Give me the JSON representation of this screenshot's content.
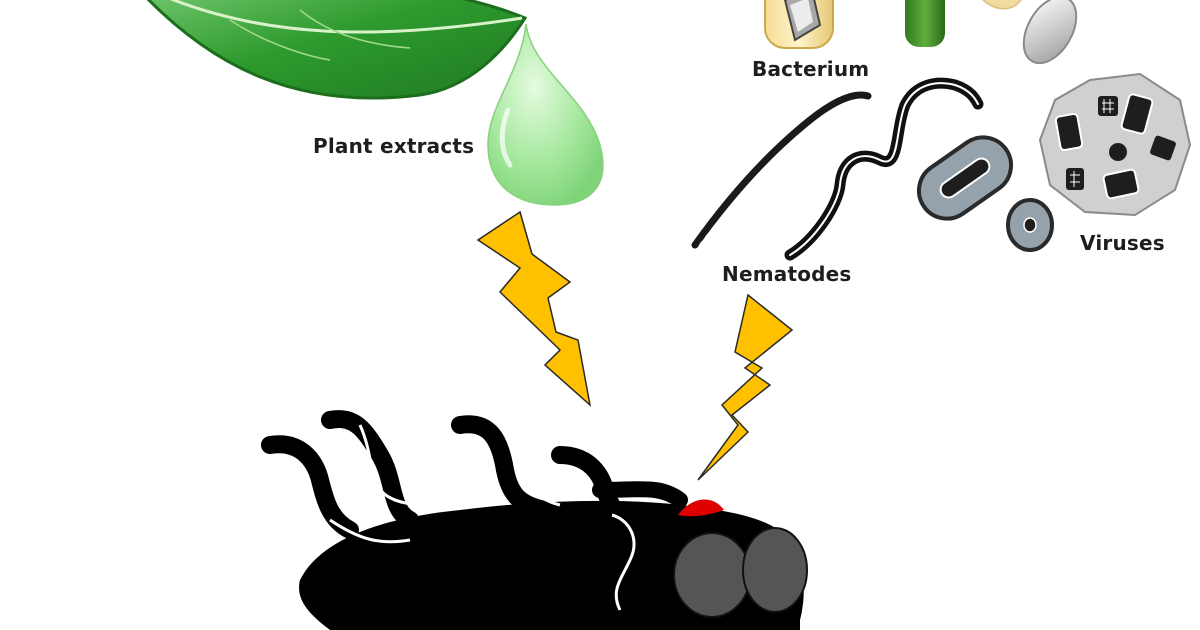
{
  "labels": {
    "plant_extracts": "Plant extracts",
    "bacterium": "Bacterium",
    "nematodes": "Nematodes",
    "viruses": "Viruses"
  },
  "colors": {
    "leaf": "#2e9a2e",
    "leaf_light": "#6cc26c",
    "droplet": "#a6e89e",
    "bolt": "#ffc000",
    "insect": "#000000",
    "insect_eye": "#555555",
    "wound": "#e00000",
    "virus_body": "#d0d0d0",
    "text": "#1e1e1e"
  }
}
